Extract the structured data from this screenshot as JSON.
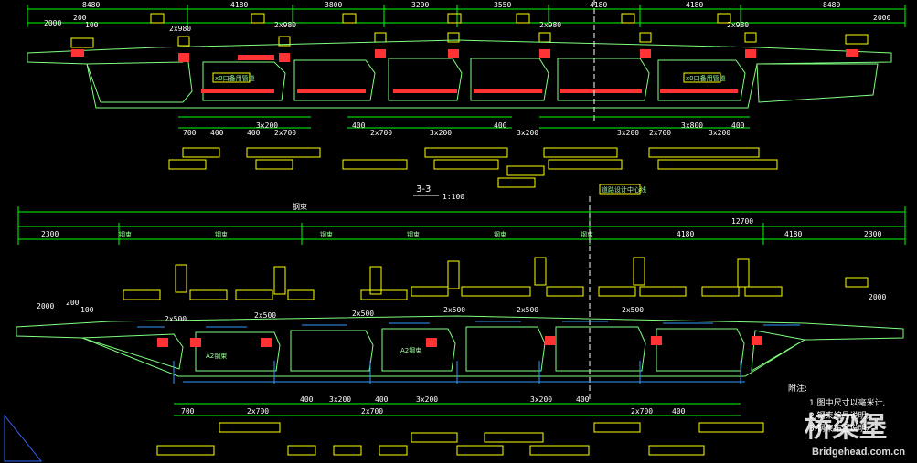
{
  "colors": {
    "background": "#000000",
    "dimension": "#00ff00",
    "structure": "#7fff7f",
    "rebar_top": "#ff3333",
    "rebar_bottom": "#3399ff",
    "text": "#ffffff",
    "label_box": "#ffff00"
  },
  "upper_section": {
    "top_dims": [
      "8480",
      "4180",
      "3800",
      "3200",
      "3550",
      "4180",
      "4180",
      "8480"
    ],
    "edge_left": "2000",
    "edge_right": "2000",
    "small_dims": [
      "200",
      "100"
    ],
    "spacing_dims": [
      "2x980",
      "2x980",
      "2x980",
      "2x980"
    ],
    "callout_left": "x0口备用管道",
    "callout_right": "x0口备用管道",
    "bottom_dims": [
      "700",
      "400",
      "400",
      "3x200",
      "2x700",
      "400",
      "2x700",
      "3x200",
      "3x200",
      "400",
      "3x200",
      "2x700",
      "3x800",
      "3x200",
      "400"
    ]
  },
  "lower_section": {
    "title": "3-3",
    "scale": "1:100",
    "centerline_label": "道路设计中心线",
    "overall_left": "钢束",
    "overall_right": "12700",
    "row2_dims": [
      "2300",
      "4180",
      "4180",
      "2300"
    ],
    "row2_labels": [
      "钢束",
      "钢束",
      "钢束",
      "钢束",
      "钢束",
      "钢束"
    ],
    "edge_left": "2000",
    "edge_right": "2000",
    "small_dims": [
      "200",
      "100"
    ],
    "tendon_labels": [
      "A2钢束",
      "A2钢束"
    ],
    "dim_labels": [
      "2x500",
      "2x500",
      "2x500",
      "2x500",
      "2x500",
      "2x500"
    ],
    "bottom_dims": [
      "700",
      "2x700",
      "400",
      "3x200",
      "400",
      "3x200",
      "2x700",
      "400",
      "2x700",
      "3x200",
      "400"
    ]
  },
  "notes": {
    "title": "附注:",
    "line1": "1.图中尺寸以毫米计,",
    "line2": "2.钢束编号说明,",
    "line3": "3.钢束布置说明。"
  },
  "watermark": {
    "text": "桥梁堡",
    "url": "Bridgehead.com.cn"
  }
}
